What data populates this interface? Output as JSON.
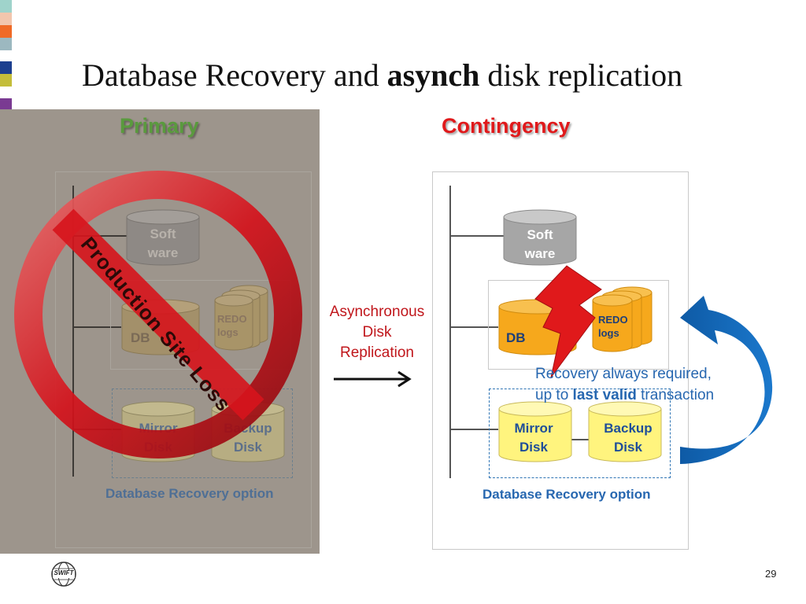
{
  "title": {
    "prefix": "Database Recovery and ",
    "bold": "asynch",
    "suffix": " disk replication"
  },
  "primary": {
    "heading": "Primary",
    "software": [
      "Soft",
      "ware"
    ],
    "db": "DB",
    "redo": [
      "REDO",
      "logs"
    ],
    "mirror": [
      "Mirror",
      "Disk"
    ],
    "backup": [
      "Backup",
      "Disk"
    ],
    "option": "Database Recovery option",
    "prohibition": "Production Site Loss"
  },
  "contingency": {
    "heading": "Contingency",
    "software": [
      "Soft",
      "ware"
    ],
    "db": "DB",
    "redo": [
      "REDO",
      "logs"
    ],
    "mirror": [
      "Mirror",
      "Disk"
    ],
    "backup": [
      "Backup",
      "Disk"
    ],
    "option": "Database Recovery option"
  },
  "replication": [
    "Asynchronous",
    "Disk",
    "Replication"
  ],
  "recovery_note": {
    "line1": "Recovery always required,",
    "line2_prefix": "up to ",
    "line2_bold": "last valid",
    "line2_suffix": " transaction"
  },
  "page_number": "29",
  "logo": "SWIFT",
  "colors": {
    "primary_heading": "#5a9a3e",
    "contingency_heading": "#e0191b",
    "db": "#f6a81c",
    "disk": "#fff47e",
    "software": "#a6a6a6",
    "arrow_blue": "#1467b8",
    "bolt": "#e0191b"
  }
}
